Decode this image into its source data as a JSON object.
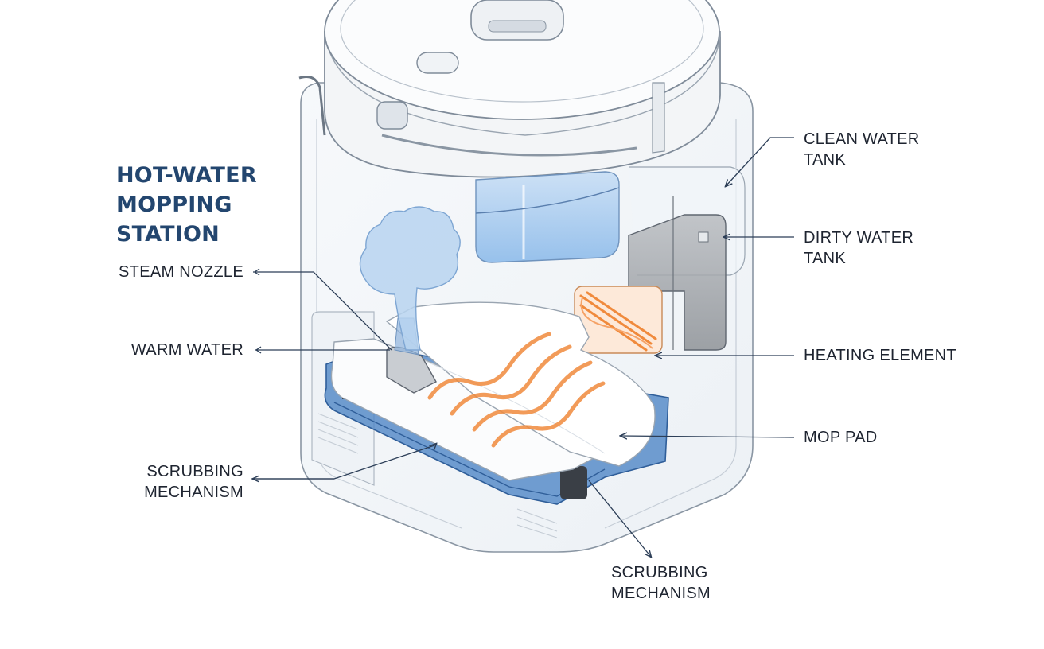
{
  "title": [
    "HOT-WATER",
    "MOPPING",
    "STATION"
  ],
  "labels": {
    "clean_water_tank": [
      "CLEAN WATER",
      "TANK"
    ],
    "dirty_water_tank": [
      "DIRTY WATER",
      "TANK"
    ],
    "heating_element": "HEATING ELEMENT",
    "mop_pad": "MOP PAD",
    "steam_nozzle": "STEAM NOZZLE",
    "warm_water": "WARM WATER",
    "scrubbing_mechanism_left": [
      "SCRUBBING",
      "MECHANISM"
    ],
    "scrubbing_mechanism_bottom": [
      "SCRUBBING",
      "MECHANISM"
    ]
  },
  "colors": {
    "title": "#23466f",
    "leader_line": "#2c3e57",
    "outline": "#7f8b99",
    "water_blue": "#9cc6ee",
    "heat_orange": "#f08a3c",
    "tray_blue": "#4f86c6"
  }
}
